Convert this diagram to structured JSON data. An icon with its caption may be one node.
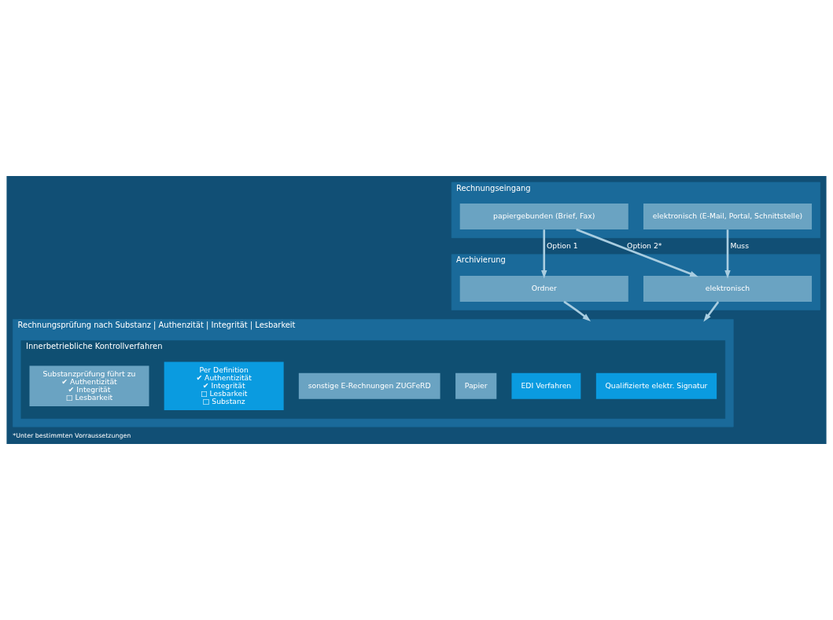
{
  "diagram": {
    "caption": "*Unter bestimmten Vorraussetzungen",
    "nodes": [
      {
        "text": [
          "Rechnungseingang"
        ]
      },
      {
        "text": [
          "papiergebunden (Brief, Fax)"
        ],
        "in": 0
      },
      {
        "text": [
          "elektronisch (E-Mail, Portal, Schnittstelle)"
        ],
        "in": 0
      },
      {
        "text": [
          "Archivierung"
        ]
      },
      {
        "text": [
          "Ordner"
        ],
        "in": 3
      },
      {
        "text": [
          "elektronisch"
        ],
        "in": 3
      },
      {
        "text": [
          "Rechnungsprüfung nach Substanz | Authenzität | Integrität | Lesbarkeit"
        ]
      },
      {
        "text": [
          "Innerbetriebliche Kontrollverfahren"
        ],
        "in": 6
      },
      {
        "text": [
          "Qualifizierte elektr. Signatur"
        ],
        "in": 7
      },
      {
        "text": [
          "EDI Verfahren"
        ],
        "in": 7
      },
      {
        "text": [
          "Papier"
        ],
        "in": 7
      },
      {
        "text": [
          "sonstige E-Rechnungen ZUGFeRD"
        ],
        "in": 7
      },
      {
        "text": [
          "Per Definition",
          "✔ Authentizität",
          "✔ Integrität",
          "□ Lesbarkeit",
          "□ Substanz"
        ],
        "in": 7
      },
      {
        "text": [
          "Substanzprüfung führt zu",
          "✔ Authentizität",
          "✔ Integrität",
          "□ Lesbarkeit"
        ],
        "in": 7
      }
    ],
    "edges": [
      {
        "from": 1,
        "to": 4,
        "arrow": "to",
        "label": "Option 1"
      },
      {
        "from": 1,
        "to": 5,
        "arrow": "to",
        "label": "Option 2*"
      },
      {
        "from": 2,
        "to": 5,
        "arrow": "to",
        "label": "Muss"
      },
      {
        "from": 4,
        "to": 6,
        "arrow": "to"
      },
      {
        "from": 5,
        "to": 6,
        "arrow": "to"
      }
    ]
  }
}
